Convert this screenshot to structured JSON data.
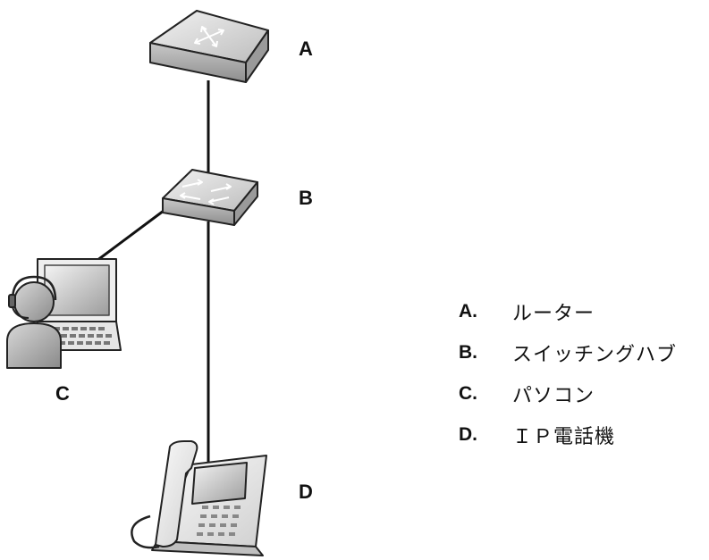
{
  "diagram": {
    "nodes": [
      {
        "key": "A",
        "icon": "router-icon"
      },
      {
        "key": "B",
        "icon": "switching-hub-icon"
      },
      {
        "key": "C",
        "icon": "pc-user-icon"
      },
      {
        "key": "D",
        "icon": "ip-phone-icon"
      }
    ],
    "connections": [
      [
        "A",
        "B"
      ],
      [
        "B",
        "C"
      ],
      [
        "B",
        "D"
      ]
    ]
  },
  "legend": [
    {
      "key": "A.",
      "text": "ルーター"
    },
    {
      "key": "B.",
      "text": "スイッチングハブ"
    },
    {
      "key": "C.",
      "text": "パソコン"
    },
    {
      "key": "D.",
      "text": "ＩＰ電話機"
    }
  ]
}
